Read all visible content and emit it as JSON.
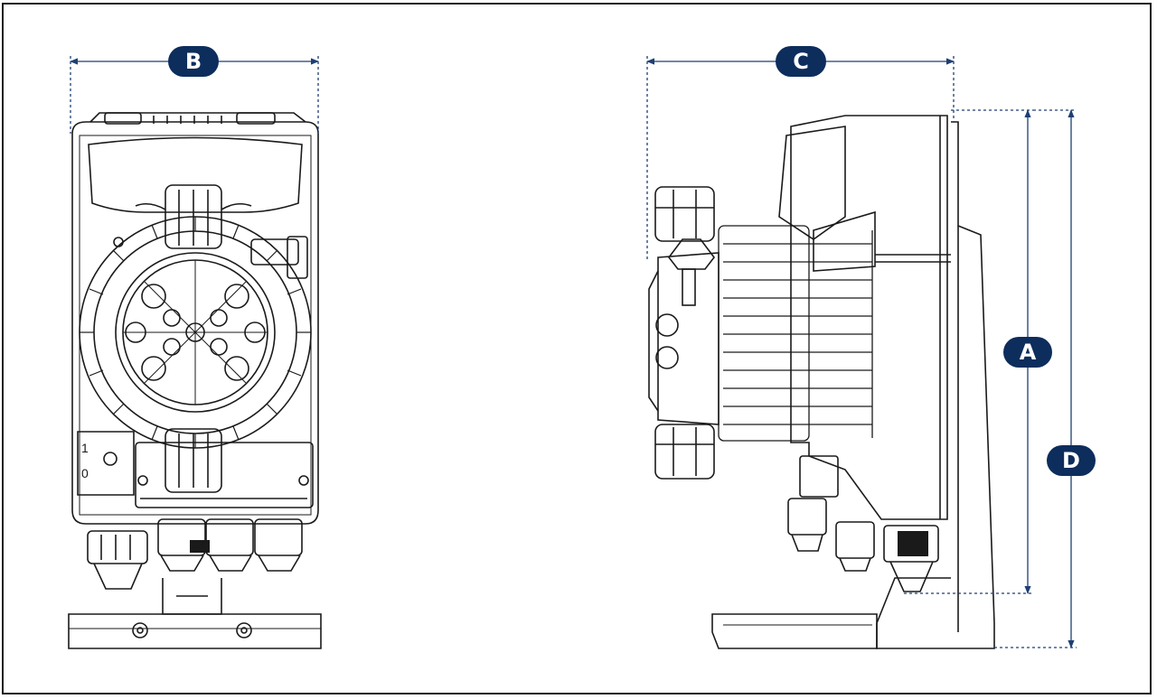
{
  "colors": {
    "dimension_line": "#1f3f73",
    "badge_fill": "#0d2d5c",
    "badge_text": "#ffffff",
    "line_art": "#1a1a1a",
    "background": "#ffffff"
  },
  "dimensions": {
    "A": {
      "label": "A",
      "meaning_icon": "vertical-dimension"
    },
    "B": {
      "label": "B",
      "meaning_icon": "horizontal-dimension"
    },
    "C": {
      "label": "C",
      "meaning_icon": "horizontal-dimension"
    },
    "D": {
      "label": "D",
      "meaning_icon": "vertical-dimension"
    }
  },
  "front_view": {
    "switch_on_label": "1",
    "switch_off_label": "0"
  }
}
